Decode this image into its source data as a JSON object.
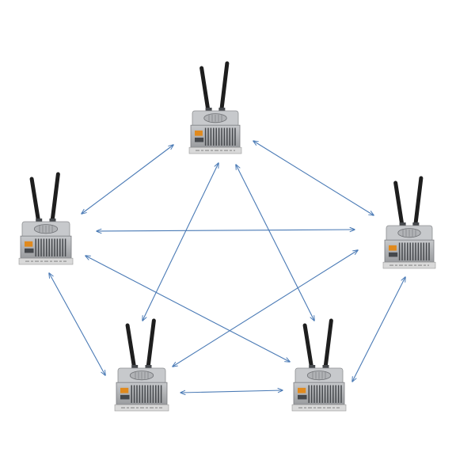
{
  "diagram": {
    "kind": "full-mesh wireless network",
    "node_count": 5,
    "link_count": 10,
    "node_icon": "wireless-transmitter-icon",
    "connector": "bidirectional-arrow",
    "colors": {
      "background": "#ffffff",
      "link": "#4a7ab5",
      "device_body": "#9a9c9f",
      "device_top": "#c7c9cc",
      "device_dark": "#45484c",
      "antenna": "#1e1e1e",
      "label_orange": "#e08a1e",
      "label_strip": "#d9d9d9"
    }
  }
}
